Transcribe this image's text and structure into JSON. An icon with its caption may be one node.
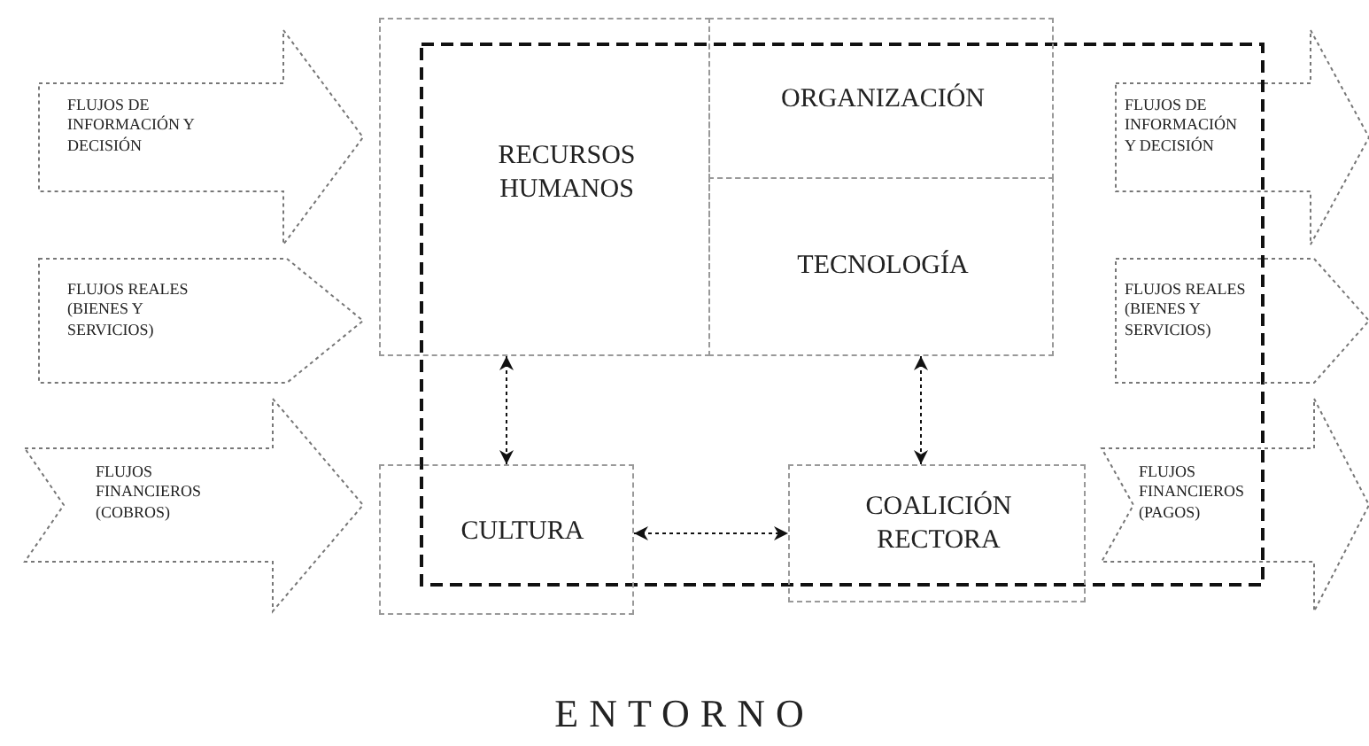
{
  "diagram": {
    "nodes": [
      {
        "text": [
          "FLUJOS DE INFORMACIÓN Y DECISIÓN"
        ]
      },
      {
        "text": [
          "FLUJOS REALES (BIENES Y SERVICIOS)"
        ]
      },
      {
        "text": [
          "FLUJOS FINANCIEROS (COBROS)"
        ]
      },
      {
        "text": [
          "RECURSOS HUMANOS"
        ]
      },
      {
        "text": [
          "ORGANIZACIÓN"
        ]
      },
      {
        "text": [
          "TECNOLOGÍA"
        ]
      },
      {
        "text": [
          "CULTURA"
        ]
      },
      {
        "text": [
          "COALICIÓN RECTORA"
        ]
      },
      {
        "text": [
          "FLUJOS DE INFORMACIÓN Y DECISIÓN"
        ]
      },
      {
        "text": [
          "FLUJOS REALES (BIENES Y SERVICIOS)"
        ]
      },
      {
        "text": [
          "FLUJOS FINANCIEROS (PAGOS)"
        ]
      }
    ],
    "edges": [
      {
        "from": 3,
        "to": 6,
        "arrow": "both",
        "style": "dashed"
      },
      {
        "from": 5,
        "to": 7,
        "arrow": "both",
        "style": "dashed"
      },
      {
        "from": 6,
        "to": 7,
        "arrow": "both",
        "style": "dashed"
      }
    ],
    "labels": [
      "ENTORNO"
    ]
  }
}
